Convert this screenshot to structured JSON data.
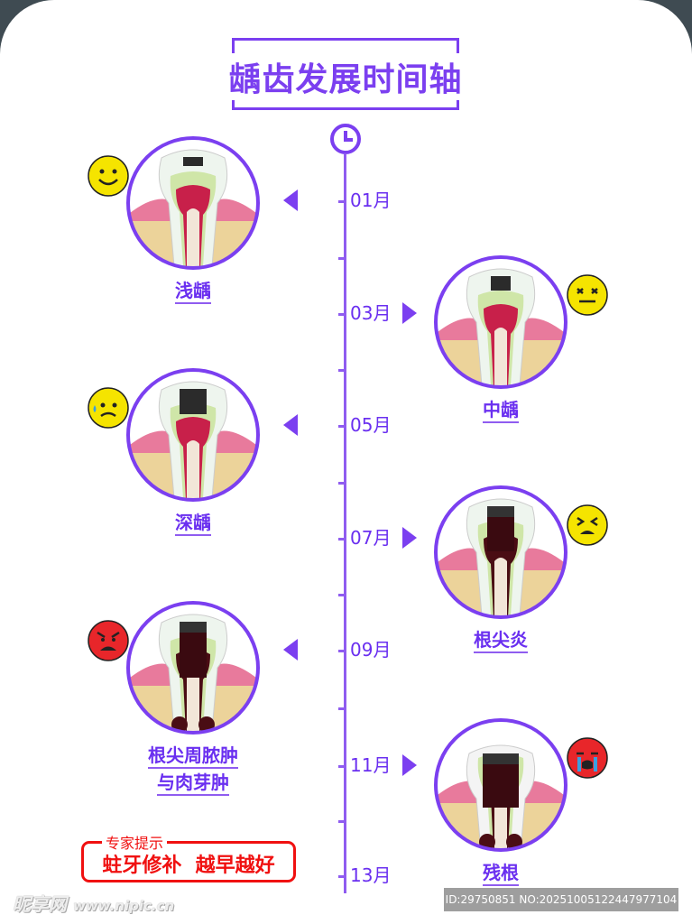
{
  "title": "龋齿发展时间轴",
  "months": [
    "01月",
    "03月",
    "05月",
    "07月",
    "09月",
    "11月",
    "13月"
  ],
  "stages": [
    {
      "label": "浅龋",
      "side": "left",
      "emotion": "smile-icon",
      "decay": 1
    },
    {
      "label": "中龋",
      "side": "right",
      "emotion": "dizzy-icon",
      "decay": 2
    },
    {
      "label": "深龋",
      "side": "left",
      "emotion": "sweat-worried-icon",
      "decay": 3
    },
    {
      "label": "根尖炎",
      "side": "right",
      "emotion": "squint-sad-icon",
      "decay": 4
    },
    {
      "label": "根尖周脓肿",
      "label2": "与肉芽肿",
      "side": "left",
      "emotion": "angry-icon",
      "decay": 5
    },
    {
      "label": "残根",
      "side": "right",
      "emotion": "crying-icon",
      "decay": 6
    }
  ],
  "tip": {
    "heading": "专家提示",
    "body": "蛀牙修补  越早越好"
  },
  "watermark": {
    "brand": "昵享网",
    "site": "www.nipic.cn"
  },
  "id_text": "ID:29750851 NO:20251005122447977104",
  "colors": {
    "accent": "#7b3ff0",
    "tip": "#f01010"
  }
}
